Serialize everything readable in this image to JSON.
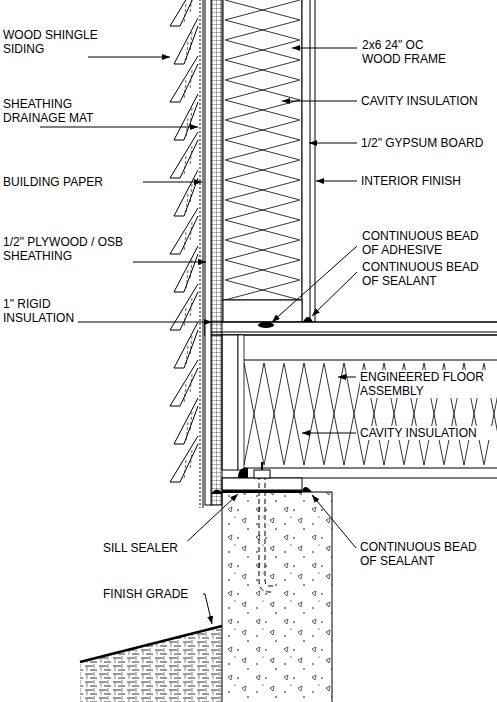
{
  "diagram": {
    "labels": [
      "WOOD SHINGLE SIDING",
      "SHEATHING DRAINAGE MAT",
      "BUILDING PAPER",
      "1/2\" PLYWOOD / OSB SHEATHING",
      "1\" RIGID INSULATION",
      "2x6 24\" OC WOOD FRAME",
      "CAVITY INSULATION",
      "1/2\" GYPSUM BOARD",
      "INTERIOR FINISH",
      "CONTINUOUS BEAD OF ADHESIVE",
      "CONTINUOUS BEAD OF SEALANT",
      "ENGINEERED FLOOR ASSEMBLY",
      "CAVITY INSULATION",
      "CONTINUOUS BEAD OF SEALANT",
      "SILL SEALER",
      "FINISH GRADE"
    ]
  }
}
